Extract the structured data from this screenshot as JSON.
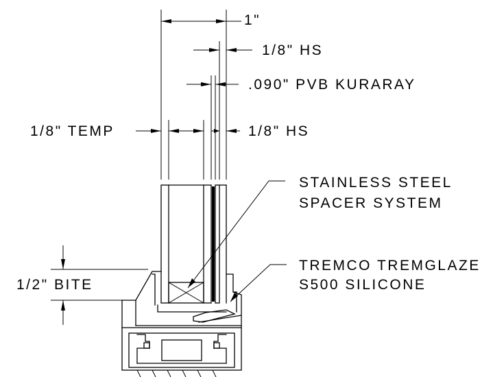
{
  "labels": {
    "overall": "1\"",
    "hs_top": "1/8\" HS",
    "interlayer": ".090\" PVB KURARAY",
    "temp": "1/8\" TEMP",
    "hs_bottom": "1/8\" HS",
    "spacer_line1": "STAINLESS STEEL",
    "spacer_line2": "SPACER SYSTEM",
    "silicone_line1": "TREMCO TREMGLAZE",
    "silicone_line2": "S500 SILICONE",
    "bite": "1/2\" BITE"
  }
}
